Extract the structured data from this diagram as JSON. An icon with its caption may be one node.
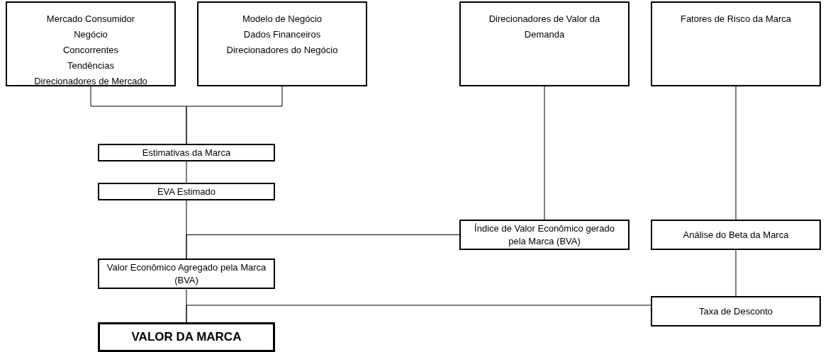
{
  "diagram": {
    "nodes": [
      {
        "text": [
          "Mercado Consumidor",
          "Negócio",
          "Concorrentes",
          "Tendências",
          "Direcionadores de Mercado"
        ]
      },
      {
        "text": [
          "Modelo de Negócio",
          "Dados Financeiros",
          "Direcionadores do Negócio"
        ]
      },
      {
        "text": [
          "Direcionadores de Valor da Demanda"
        ]
      },
      {
        "text": [
          "Fatores de Risco da Marca"
        ]
      },
      {
        "text": [
          "Estimativas da Marca"
        ]
      },
      {
        "text": [
          "EVA Estimado"
        ]
      },
      {
        "text": [
          "Índice de Valor Econômico gerado pela Marca (BVA)"
        ]
      },
      {
        "text": [
          "Análise do Beta da Marca"
        ]
      },
      {
        "text": [
          "Valor Econômico Agregado pela Marca (BVA)"
        ]
      },
      {
        "text": [
          "Taxa de Desconto"
        ]
      },
      {
        "text": [
          "VALOR DA MARCA"
        ]
      }
    ],
    "edges": [
      {
        "from": 0,
        "to": 4,
        "arrow": "none"
      },
      {
        "from": 1,
        "to": 4,
        "arrow": "none"
      },
      {
        "from": 4,
        "to": 5,
        "arrow": "none"
      },
      {
        "from": 2,
        "to": 6,
        "arrow": "none"
      },
      {
        "from": 3,
        "to": 7,
        "arrow": "none"
      },
      {
        "from": 5,
        "to": 8,
        "arrow": "none"
      },
      {
        "from": 6,
        "to": 8,
        "arrow": "none"
      },
      {
        "from": 7,
        "to": 9,
        "arrow": "none"
      },
      {
        "from": 8,
        "to": 10,
        "arrow": "none"
      },
      {
        "from": 9,
        "to": 10,
        "arrow": "none"
      }
    ]
  }
}
